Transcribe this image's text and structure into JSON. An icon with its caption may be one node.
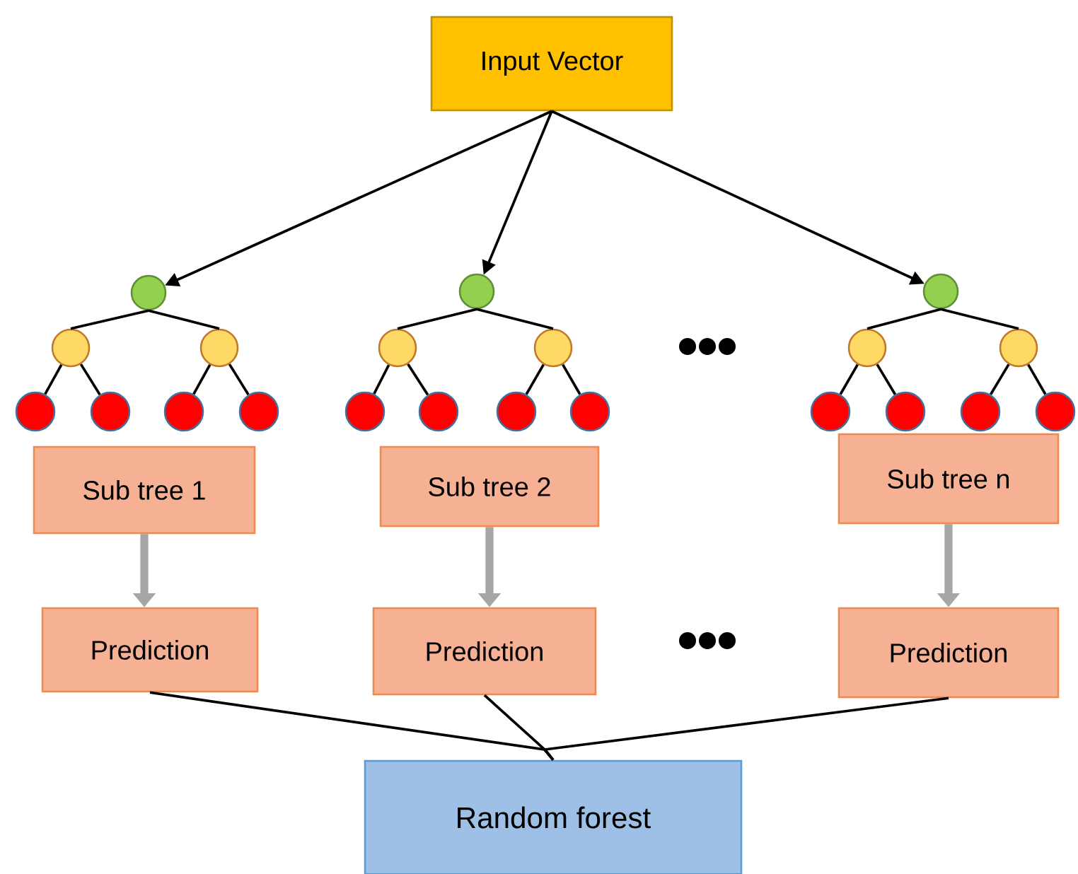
{
  "diagram": {
    "nodes": [
      {
        "text": [
          "Input Vector"
        ]
      },
      {
        "text": [],
        "shape": "circle"
      },
      {
        "text": [],
        "shape": "circle"
      },
      {
        "text": [],
        "shape": "circle"
      },
      {
        "text": [],
        "shape": "circle"
      },
      {
        "text": [],
        "shape": "circle"
      },
      {
        "text": [],
        "shape": "circle"
      },
      {
        "text": [],
        "shape": "circle"
      },
      {
        "text": [],
        "shape": "circle"
      },
      {
        "text": [],
        "shape": "circle"
      },
      {
        "text": [],
        "shape": "circle"
      },
      {
        "text": [],
        "shape": "circle"
      },
      {
        "text": [],
        "shape": "circle"
      },
      {
        "text": [],
        "shape": "circle"
      },
      {
        "text": [],
        "shape": "circle"
      },
      {
        "text": [],
        "shape": "circle"
      },
      {
        "text": [],
        "shape": "circle"
      },
      {
        "text": [],
        "shape": "circle"
      },
      {
        "text": [],
        "shape": "circle"
      },
      {
        "text": [],
        "shape": "circle"
      },
      {
        "text": [],
        "shape": "circle"
      },
      {
        "text": [],
        "shape": "circle"
      },
      {
        "text": [
          "Sub tree 1"
        ]
      },
      {
        "text": [
          "Sub tree 2"
        ]
      },
      {
        "text": [
          "Sub tree n"
        ]
      },
      {
        "text": [
          "Prediction"
        ]
      },
      {
        "text": [
          "Prediction"
        ]
      },
      {
        "text": [
          "Prediction"
        ]
      },
      {
        "text": [
          "Random forest"
        ]
      }
    ],
    "edges": [
      {
        "from": 0,
        "to": 1,
        "arrow": "to"
      },
      {
        "from": 0,
        "to": 2,
        "arrow": "to"
      },
      {
        "from": 0,
        "to": 3,
        "arrow": "to"
      },
      {
        "from": 1,
        "to": 4,
        "arrow": "none"
      },
      {
        "from": 1,
        "to": 5,
        "arrow": "none"
      },
      {
        "from": 2,
        "to": 6,
        "arrow": "none"
      },
      {
        "from": 2,
        "to": 7,
        "arrow": "none"
      },
      {
        "from": 3,
        "to": 8,
        "arrow": "none"
      },
      {
        "from": 3,
        "to": 9,
        "arrow": "none"
      },
      {
        "from": 4,
        "to": 10,
        "arrow": "none"
      },
      {
        "from": 4,
        "to": 11,
        "arrow": "none"
      },
      {
        "from": 5,
        "to": 12,
        "arrow": "none"
      },
      {
        "from": 5,
        "to": 13,
        "arrow": "none"
      },
      {
        "from": 6,
        "to": 14,
        "arrow": "none"
      },
      {
        "from": 6,
        "to": 15,
        "arrow": "none"
      },
      {
        "from": 7,
        "to": 16,
        "arrow": "none"
      },
      {
        "from": 7,
        "to": 17,
        "arrow": "none"
      },
      {
        "from": 8,
        "to": 18,
        "arrow": "none"
      },
      {
        "from": 8,
        "to": 19,
        "arrow": "none"
      },
      {
        "from": 9,
        "to": 20,
        "arrow": "none"
      },
      {
        "from": 9,
        "to": 21,
        "arrow": "none"
      },
      {
        "from": 22,
        "to": 25,
        "arrow": "to",
        "style": "thick",
        "color": "#a6a6a6"
      },
      {
        "from": 23,
        "to": 26,
        "arrow": "to",
        "style": "thick",
        "color": "#a6a6a6"
      },
      {
        "from": 24,
        "to": 27,
        "arrow": "to",
        "style": "thick",
        "color": "#a6a6a6"
      },
      {
        "from": 25,
        "to": 28,
        "arrow": "none"
      },
      {
        "from": 26,
        "to": 28,
        "arrow": "none"
      },
      {
        "from": 27,
        "to": 28,
        "arrow": "none"
      }
    ]
  }
}
